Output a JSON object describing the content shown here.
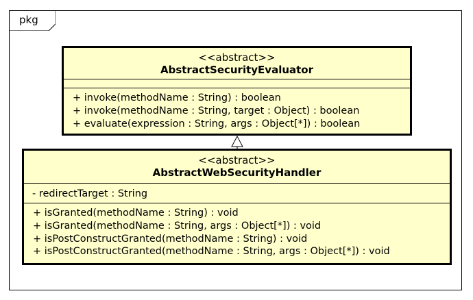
{
  "package": {
    "label": "pkg"
  },
  "classes": [
    {
      "stereotype": "<<abstract>>",
      "name": "AbstractSecurityEvaluator",
      "attributes": [],
      "operations": [
        "+ invoke(methodName : String) : boolean",
        "+ invoke(methodName : String, target : Object) : boolean",
        "+ evaluate(expression : String, args : Object[*]) : boolean"
      ]
    },
    {
      "stereotype": "<<abstract>>",
      "name": "AbstractWebSecurityHandler",
      "attributes": [
        "- redirectTarget : String"
      ],
      "operations": [
        "+ isGranted(methodName : String) : void",
        "+ isGranted(methodName : String, args : Object[*]) : void",
        "+ isPostConstructGranted(methodName : String) : void",
        "+ isPostConstructGranted(methodName : String, args : Object[*]) : void"
      ]
    }
  ],
  "relationships": [
    {
      "type": "generalization",
      "from": "AbstractWebSecurityHandler",
      "to": "AbstractSecurityEvaluator"
    }
  ]
}
